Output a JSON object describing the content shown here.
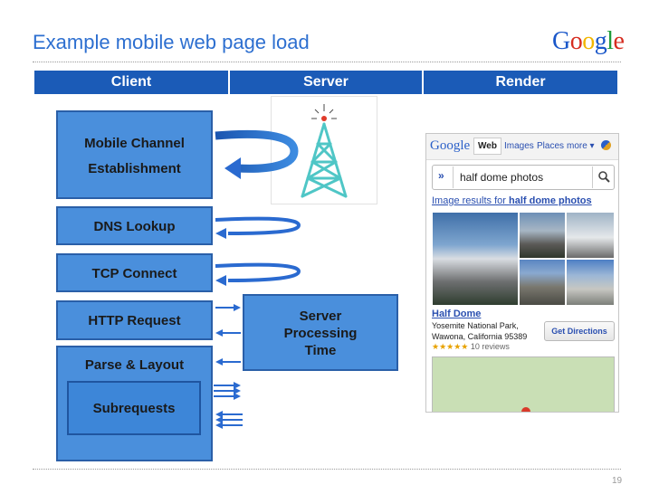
{
  "title": "Example mobile web page load",
  "logo": {
    "letters": [
      "G",
      "o",
      "o",
      "g",
      "l",
      "e"
    ],
    "colors": [
      "#1a57c9",
      "#d62d20",
      "#f2b600",
      "#1a57c9",
      "#1e9c3b",
      "#d62d20"
    ]
  },
  "columns": [
    "Client",
    "Server",
    "Render"
  ],
  "client_steps": {
    "mobile_channel_line1": "Mobile Channel",
    "mobile_channel_line2": "Establishment",
    "dns": "DNS Lookup",
    "tcp": "TCP Connect",
    "http": "HTTP Request",
    "parse": "Parse & Layout",
    "subrequests": "Subrequests"
  },
  "server_box": {
    "line1": "Server",
    "line2": "Processing",
    "line3": "Time"
  },
  "phone": {
    "logo": "Google",
    "tabs": [
      "Web",
      "Images",
      "Places",
      "more ▾"
    ],
    "search_query": "half dome photos",
    "results_prefix": "Image results for ",
    "results_query": "half dome photos",
    "place_name": "Half Dome",
    "address_line1": "Yosemite National Park,",
    "address_line2": "Wawona, California 95389",
    "stars": "★★★★★",
    "reviews": "10 reviews",
    "directions_button": "Get Directions"
  },
  "page_number": "19"
}
